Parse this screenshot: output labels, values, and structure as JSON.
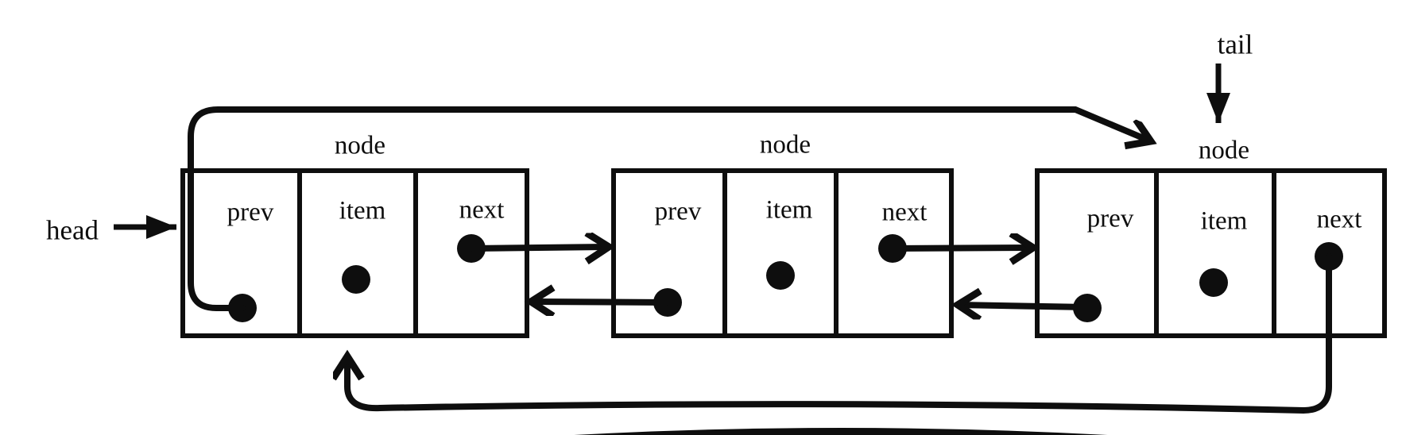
{
  "figure": {
    "background": "#ffffff",
    "ink": "#0e0e0e",
    "head_label": "head",
    "tail_label": "tail",
    "nodes": [
      {
        "label": "node",
        "prev": "prev",
        "item": "item",
        "next": "next"
      },
      {
        "label": "node",
        "prev": "prev",
        "item": "item",
        "next": "next"
      },
      {
        "label": "node",
        "prev": "prev",
        "item": "item",
        "next": "next"
      }
    ],
    "links": [
      {
        "from": "head",
        "to": "node-1",
        "type": "external-pointer"
      },
      {
        "from": "tail",
        "to": "node-3",
        "type": "external-pointer"
      },
      {
        "from": "node-1.next",
        "to": "node-2.prev",
        "type": "next"
      },
      {
        "from": "node-2.next",
        "to": "node-3.prev",
        "type": "next"
      },
      {
        "from": "node-2.prev",
        "to": "node-1",
        "type": "prev"
      },
      {
        "from": "node-3.prev",
        "to": "node-2",
        "type": "prev"
      },
      {
        "from": "node-1.prev",
        "to": "node-3",
        "type": "prev-wraparound"
      },
      {
        "from": "node-3.next",
        "to": "node-1",
        "type": "next-wraparound"
      }
    ]
  }
}
